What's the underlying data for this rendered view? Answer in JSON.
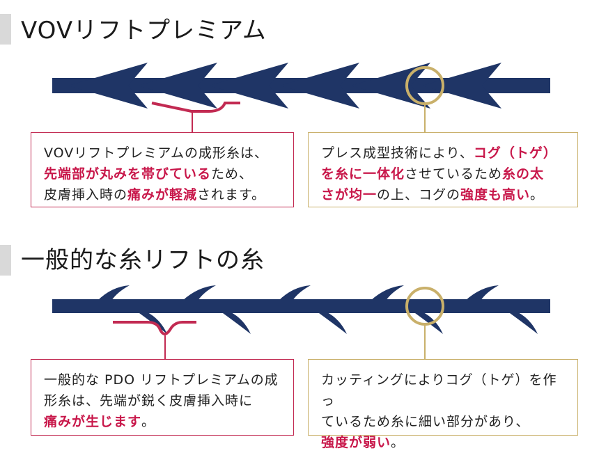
{
  "colors": {
    "thread": "#1f3566",
    "pink": "#c22a52",
    "gold": "#c9b06a",
    "highlight": "#c8174a"
  },
  "section1": {
    "title": "VOVリフトプレミアム",
    "box_left": {
      "l1": "VOVリフトプレミアムの成形糸は、",
      "l2_hl": "先端部が丸みを帯びている",
      "l2_rest": "ため、",
      "l3_pre": "皮膚挿入時の",
      "l3_hl": "痛みが軽減",
      "l3_post": "されます。"
    },
    "box_right": {
      "l1_pre": "プレス成型技術により、",
      "l1_hl": "コグ（トゲ）",
      "l2_hl": "を糸に一体化",
      "l2_mid": "させているため",
      "l2_hl2": "糸の太",
      "l3_hl": "さが均一",
      "l3_mid": "の上、コグの",
      "l3_hl2": "強度も高い",
      "l3_post": "。"
    }
  },
  "section2": {
    "title": "一般的な糸リフトの糸",
    "box_left": {
      "l1": "一般的な PDO リフトプレミアムの成",
      "l2": "形糸は、先端が鋭く皮膚挿入時に",
      "l3_hl": "痛みが生じます",
      "l3_post": "。"
    },
    "box_right": {
      "l1": "カッティングによりコグ（トゲ）を作っ",
      "l2": "ているため糸に細い部分があり、",
      "l3_hl": "強度が弱い",
      "l3_post": "。"
    }
  }
}
